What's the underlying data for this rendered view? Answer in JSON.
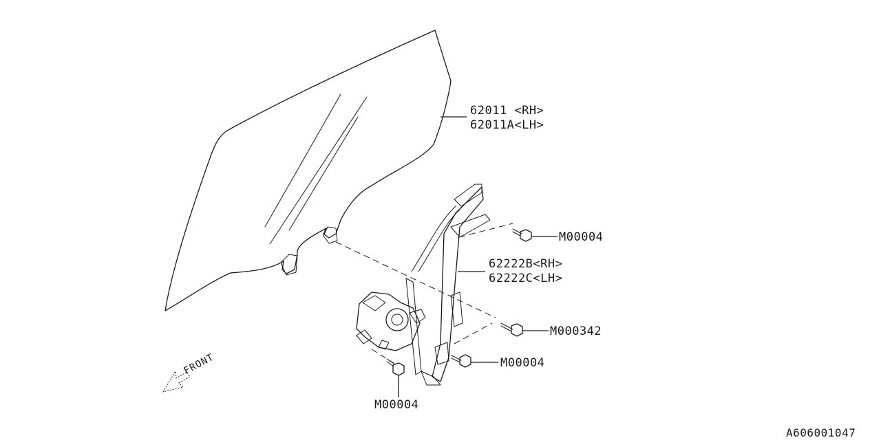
{
  "callouts": {
    "glass_rh": "62011 <RH>",
    "glass_lh": "62011A<LH>",
    "regulator_rh": "62222B<RH>",
    "regulator_lh": "62222C<LH>",
    "bolt_top": "M00004",
    "bolt_mid": "M000342",
    "bolt_right_low": "M00004",
    "bolt_bottom": "M00004"
  },
  "direction": {
    "label": "FRONT",
    "icon": "front-arrow-icon"
  },
  "figure_code": "A606001047"
}
